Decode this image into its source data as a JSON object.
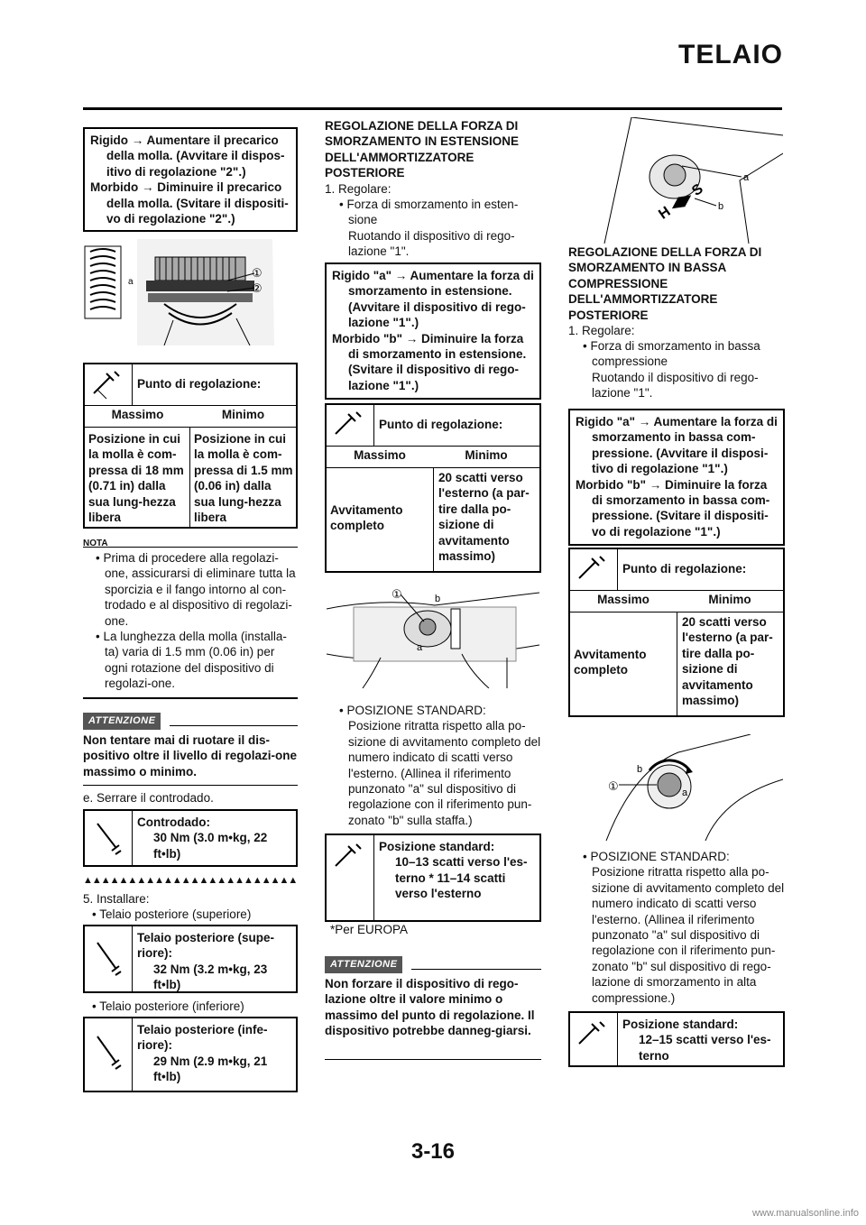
{
  "header": {
    "title": "TELAIO",
    "page_number": "3-16",
    "footer": "www.manualsonline.info"
  },
  "col1": {
    "box1": {
      "line1": "Rigido → Aumentare il precarico della molla. (Avvitare il dispos-itivo di regolazione \"2\".)",
      "line2": "Morbido → Diminuire il precarico della molla. (Svitare il dispositi-vo di regolazione \"2\".)"
    },
    "fig1": {
      "label_a": "a",
      "label_1": "①",
      "label_2": "②"
    },
    "table1": {
      "heading": "Punto di regolazione:",
      "col_max": "Massimo",
      "col_min": "Minimo",
      "max_val": "Posizione in cui la molla è com-pressa di 18 mm (0.71 in) dalla sua lung-hezza libera",
      "min_val": "Posizione in cui la molla è com-pressa di 1.5 mm (0.06 in) dalla sua lung-hezza libera"
    },
    "nota_label": "NOTA",
    "nota_items": [
      "Prima di procedere alla regolazi-one, assicurarsi di eliminare tutta la sporcizia e il fango intorno al con-trodado e al dispositivo di regolazi-one.",
      "La lunghezza della molla (installa-ta) varia di 1.5 mm (0.06 in) per ogni rotazione del dispositivo di regolazi-one."
    ],
    "attn_label": "ATTENZIONE",
    "attn_text": "Non tentare mai di ruotare il dis-positivo oltre il livello di regolazi-one massimo o minimo.",
    "step_e": "e. Serrare il controdado.",
    "spec_controdado": {
      "title": "Controdado:",
      "value": "30 Nm (3.0 m•kg, 22 ft•lb)"
    },
    "triangles": "▲▲▲▲▲▲▲▲▲▲▲▲▲▲▲▲▲▲▲▲▲▲▲▲▲▲",
    "step5": "5. Installare:",
    "bullet_sup": "Telaio posteriore (superiore)",
    "spec_sup": {
      "title": "Telaio posteriore (supe-riore):",
      "value": "32 Nm (3.2 m•kg, 23 ft•lb)"
    },
    "bullet_inf": "Telaio posteriore (inferiore)",
    "spec_inf": {
      "title": "Telaio posteriore (infe-riore):",
      "value": "29 Nm (2.9 m•kg, 21 ft•lb)"
    }
  },
  "col2": {
    "heading": "REGOLAZIONE DELLA FORZA DI SMORZAMENTO IN ESTENSIONE DELL'AMMORTIZZATORE POSTERIORE",
    "step1": "1. Regolare:",
    "bullet1": "Forza di smorzamento in esten-sione",
    "sub1": "Ruotando il dispositivo di rego-lazione \"1\".",
    "box": {
      "line1": "Rigido \"a\" → Aumentare la forza di smorzamento in estensione. (Avvitare il dispositivo di rego-lazione \"1\".)",
      "line2": "Morbido \"b\" → Diminuire la forza di smorzamento in estensione. (Svitare il dispositivo di rego-lazione \"1\".)"
    },
    "table": {
      "heading": "Punto di regolazione:",
      "col_max": "Massimo",
      "col_min": "Minimo",
      "max_val": "Avvitamento completo",
      "min_val": "20 scatti verso l'esterno (a par-tire dalla po-sizione di avvitamento massimo)"
    },
    "fig": {
      "label_1": "①",
      "label_a": "a",
      "label_b": "b"
    },
    "std_bullet": "POSIZIONE STANDARD:",
    "std_text": "Posizione ritratta rispetto alla po-sizione di avvitamento completo del numero indicato di scatti verso l'esterno. (Allinea il riferimento punzonato \"a\" sul dispositivo di regolazione con il riferimento pun-zonato \"b\" sulla staffa.)",
    "spec_std": {
      "title": "Posizione standard:",
      "value": "10–13 scatti verso l'es-terno * 11–14 scatti verso l'esterno"
    },
    "footnote": "*Per EUROPA",
    "attn_label": "ATTENZIONE",
    "attn_text": "Non forzare il dispositivo di rego-lazione oltre il valore minimo o massimo del punto di regolazione. Il dispositivo potrebbe danneg-giarsi."
  },
  "col3": {
    "fig_top": {
      "label_a": "a",
      "label_b": "b",
      "hs": "H ◀▶ S"
    },
    "heading": "REGOLAZIONE DELLA FORZA DI SMORZAMENTO IN BASSA COMPRESSIONE DELL'AMMORTIZZATORE POSTERIORE",
    "step1": "1. Regolare:",
    "bullet1": "Forza di smorzamento in bassa compressione",
    "sub1": "Ruotando il dispositivo di rego-lazione \"1\".",
    "box": {
      "line1": "Rigido \"a\" → Aumentare la forza di smorzamento in bassa com-pressione. (Avvitare il disposi-tivo di regolazione \"1\".)",
      "line2": "Morbido \"b\" → Diminuire la forza di smorzamento in bassa com-pressione. (Svitare il dispositi-vo di regolazione \"1\".)"
    },
    "table": {
      "heading": "Punto di regolazione:",
      "col_max": "Massimo",
      "col_min": "Minimo",
      "max_val": "Avvitamento completo",
      "min_val": "20 scatti verso l'esterno (a par-tire dalla po-sizione di avvitamento massimo)"
    },
    "fig": {
      "label_1": "①",
      "label_a": "a",
      "label_b": "b"
    },
    "std_bullet": "POSIZIONE STANDARD:",
    "std_text": "Posizione ritratta rispetto alla po-sizione di avvitamento completo del numero indicato di scatti verso l'esterno. (Allinea il riferimento punzonato \"a\" sul dispositivo di regolazione con il riferimento pun-zonato \"b\" sul dispositivo di rego-lazione di smorzamento in alta compressione.)",
    "spec_std": {
      "title": "Posizione standard:",
      "value": "12–15 scatti verso l'es-terno"
    }
  }
}
